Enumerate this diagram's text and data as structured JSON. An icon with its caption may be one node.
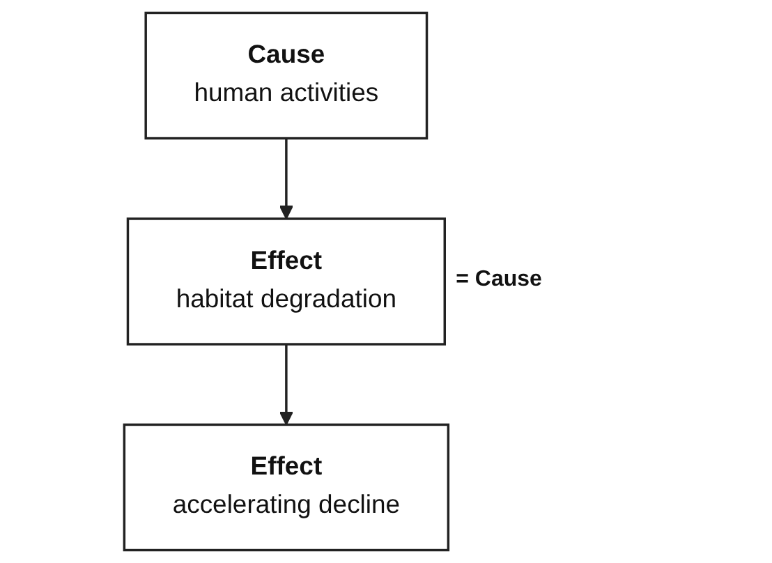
{
  "diagram": {
    "nodes": [
      {
        "text": [
          "Cause",
          "human activities"
        ]
      },
      {
        "text": [
          "Effect",
          "habitat degradation"
        ],
        "beside": [
          "= Cause"
        ]
      },
      {
        "text": [
          "Effect",
          "accelerating decline"
        ]
      }
    ],
    "edges": [
      {
        "from": 0,
        "to": 1,
        "arrow": "to"
      },
      {
        "from": 1,
        "to": 2,
        "arrow": "to"
      }
    ]
  }
}
